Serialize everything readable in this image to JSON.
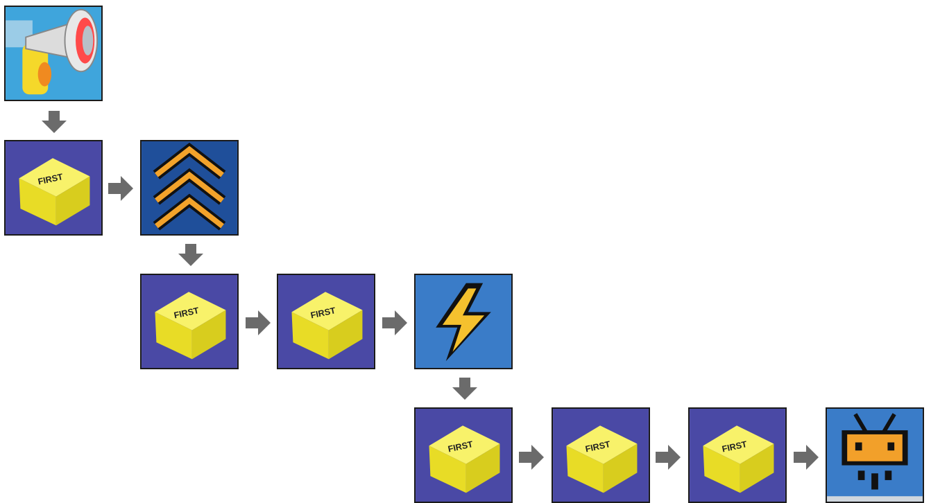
{
  "colors": {
    "tile_blue": "#4a49a5",
    "sky_blue": "#3fa5dc",
    "block_yellow": "#f3ee3a",
    "arrow_gray": "#6b6b6b",
    "chevron_orange": "#f3a32b",
    "bolt_yellow": "#f5c12e",
    "robot_orange": "#f2a02a"
  },
  "blocks": [
    {
      "id": "start",
      "icon": "megaphone-icon",
      "label_text": ""
    },
    {
      "id": "field1",
      "icon": "first-logo-icon",
      "label_text": "FIRST"
    },
    {
      "id": "speed",
      "icon": "chevrons-up-icon",
      "label_text": ""
    },
    {
      "id": "field2",
      "icon": "first-logo-icon",
      "label_text": "FIRST"
    },
    {
      "id": "field3",
      "icon": "first-logo-icon",
      "label_text": "FIRST"
    },
    {
      "id": "power",
      "icon": "lightning-icon",
      "label_text": ""
    },
    {
      "id": "field4",
      "icon": "first-logo-icon",
      "label_text": "FIRST"
    },
    {
      "id": "field5",
      "icon": "first-logo-icon",
      "label_text": "FIRST"
    },
    {
      "id": "field6",
      "icon": "first-logo-icon",
      "label_text": "FIRST"
    },
    {
      "id": "robot",
      "icon": "robot-icon",
      "label_text": ""
    }
  ]
}
